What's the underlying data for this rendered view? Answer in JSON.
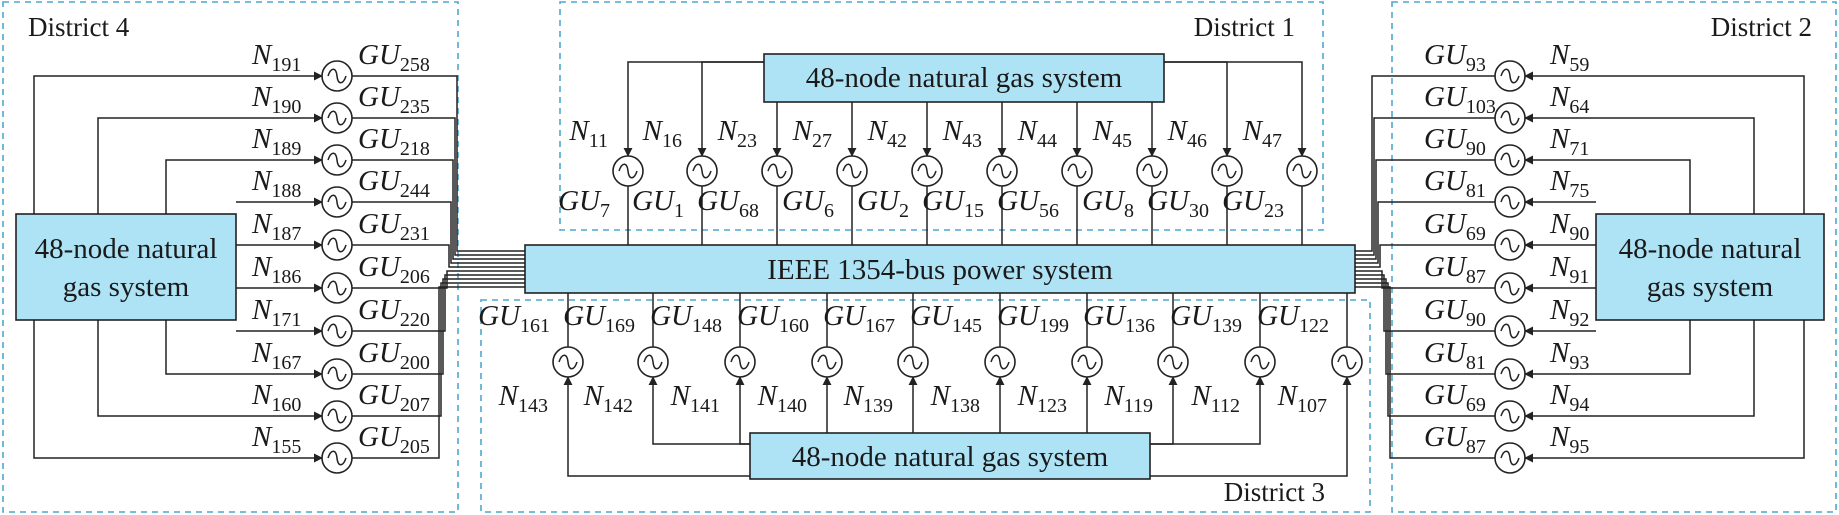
{
  "colors": {
    "district_border": "#4fa6cf",
    "system_fill": "#aee3f6",
    "line": "#222222"
  },
  "districts": {
    "d1": "District 1",
    "d2": "District 2",
    "d3": "District 3",
    "d4": "District 4"
  },
  "systems": {
    "power": "IEEE 1354-bus power system",
    "gas_top": "48-node natural gas system",
    "gas_bottom": "48-node natural gas system",
    "gas_left": [
      "48-node natural",
      "gas system"
    ],
    "gas_right": [
      "48-node natural",
      "gas system"
    ]
  },
  "top": [
    {
      "n": "N",
      "ns": "11",
      "g": "GU",
      "gs": "7"
    },
    {
      "n": "N",
      "ns": "16",
      "g": "GU",
      "gs": "1"
    },
    {
      "n": "N",
      "ns": "23",
      "g": "GU",
      "gs": "68"
    },
    {
      "n": "N",
      "ns": "27",
      "g": "GU",
      "gs": "6"
    },
    {
      "n": "N",
      "ns": "42",
      "g": "GU",
      "gs": "2"
    },
    {
      "n": "N",
      "ns": "43",
      "g": "GU",
      "gs": "15"
    },
    {
      "n": "N",
      "ns": "44",
      "g": "GU",
      "gs": "56"
    },
    {
      "n": "N",
      "ns": "45",
      "g": "GU",
      "gs": "8"
    },
    {
      "n": "N",
      "ns": "46",
      "g": "GU",
      "gs": "30"
    },
    {
      "n": "N",
      "ns": "47",
      "g": "GU",
      "gs": "23"
    }
  ],
  "bottom": [
    {
      "n": "N",
      "ns": "143",
      "g": "GU",
      "gs": "161"
    },
    {
      "n": "N",
      "ns": "142",
      "g": "GU",
      "gs": "169"
    },
    {
      "n": "N",
      "ns": "141",
      "g": "GU",
      "gs": "148"
    },
    {
      "n": "N",
      "ns": "140",
      "g": "GU",
      "gs": "160"
    },
    {
      "n": "N",
      "ns": "139",
      "g": "GU",
      "gs": "167"
    },
    {
      "n": "N",
      "ns": "138",
      "g": "GU",
      "gs": "145"
    },
    {
      "n": "N",
      "ns": "123",
      "g": "GU",
      "gs": "199"
    },
    {
      "n": "N",
      "ns": "119",
      "g": "GU",
      "gs": "136"
    },
    {
      "n": "N",
      "ns": "112",
      "g": "GU",
      "gs": "139"
    },
    {
      "n": "N",
      "ns": "107",
      "g": "GU",
      "gs": "122"
    }
  ],
  "left": [
    {
      "n": "N",
      "ns": "191",
      "g": "GU",
      "gs": "258"
    },
    {
      "n": "N",
      "ns": "190",
      "g": "GU",
      "gs": "235"
    },
    {
      "n": "N",
      "ns": "189",
      "g": "GU",
      "gs": "218"
    },
    {
      "n": "N",
      "ns": "188",
      "g": "GU",
      "gs": "244"
    },
    {
      "n": "N",
      "ns": "187",
      "g": "GU",
      "gs": "231"
    },
    {
      "n": "N",
      "ns": "186",
      "g": "GU",
      "gs": "206"
    },
    {
      "n": "N",
      "ns": "171",
      "g": "GU",
      "gs": "220"
    },
    {
      "n": "N",
      "ns": "167",
      "g": "GU",
      "gs": "200"
    },
    {
      "n": "N",
      "ns": "160",
      "g": "GU",
      "gs": "207"
    },
    {
      "n": "N",
      "ns": "155",
      "g": "GU",
      "gs": "205"
    }
  ],
  "right": [
    {
      "n": "N",
      "ns": "59",
      "g": "GU",
      "gs": "93"
    },
    {
      "n": "N",
      "ns": "64",
      "g": "GU",
      "gs": "103"
    },
    {
      "n": "N",
      "ns": "71",
      "g": "GU",
      "gs": "90"
    },
    {
      "n": "N",
      "ns": "75",
      "g": "GU",
      "gs": "81"
    },
    {
      "n": "N",
      "ns": "90",
      "g": "GU",
      "gs": "69"
    },
    {
      "n": "N",
      "ns": "91",
      "g": "GU",
      "gs": "87"
    },
    {
      "n": "N",
      "ns": "92",
      "g": "GU",
      "gs": "90"
    },
    {
      "n": "N",
      "ns": "93",
      "g": "GU",
      "gs": "81"
    },
    {
      "n": "N",
      "ns": "94",
      "g": "GU",
      "gs": "69"
    },
    {
      "n": "N",
      "ns": "95",
      "g": "GU",
      "gs": "87"
    }
  ]
}
